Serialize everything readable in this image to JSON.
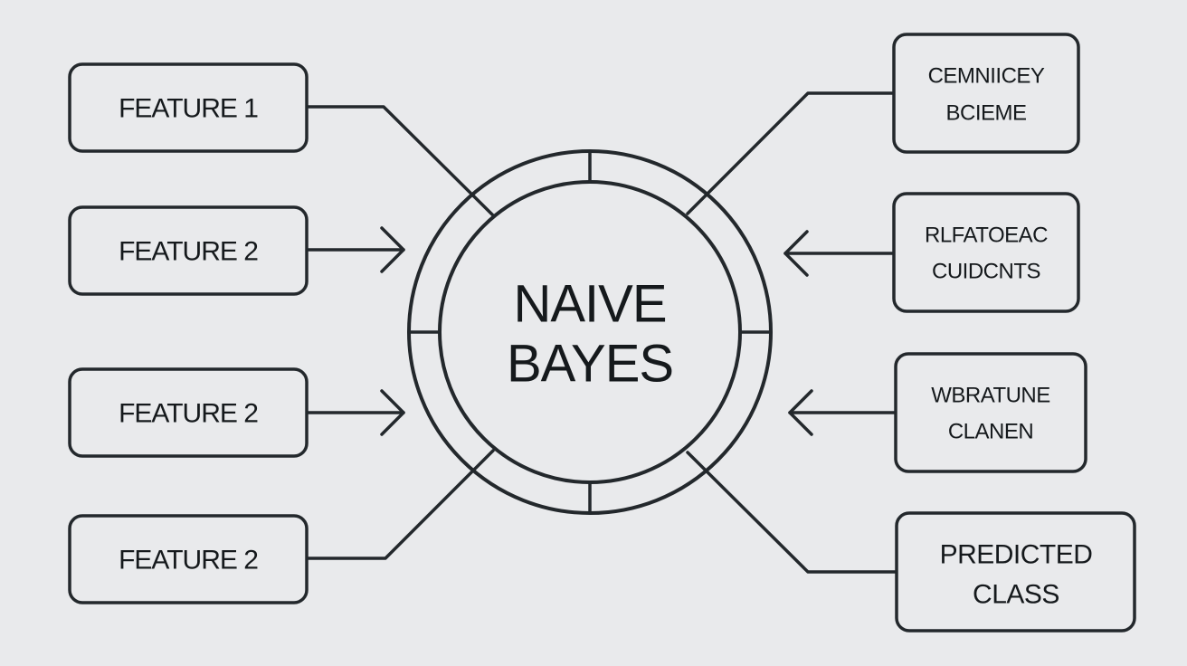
{
  "center": {
    "line1": "NAIVE",
    "line2": "BAYES"
  },
  "inputs": [
    {
      "label": "FEATURE 1"
    },
    {
      "label": "FEATURE 2"
    },
    {
      "label": "FEATURE 2"
    },
    {
      "label": "FEATURE 2"
    }
  ],
  "outputs": [
    {
      "line1": "CEMNIICEY",
      "line2": "BCIEME"
    },
    {
      "line1": "RLFATOEAC",
      "line2": "CUIDCNTS"
    },
    {
      "line1": "WBRATUNE",
      "line2": "CLANEN"
    },
    {
      "line1": "PREDICTED",
      "line2": "CLASS"
    }
  ],
  "colors": {
    "background": "#e9eaec",
    "stroke": "#23282c",
    "text": "#15191c"
  }
}
